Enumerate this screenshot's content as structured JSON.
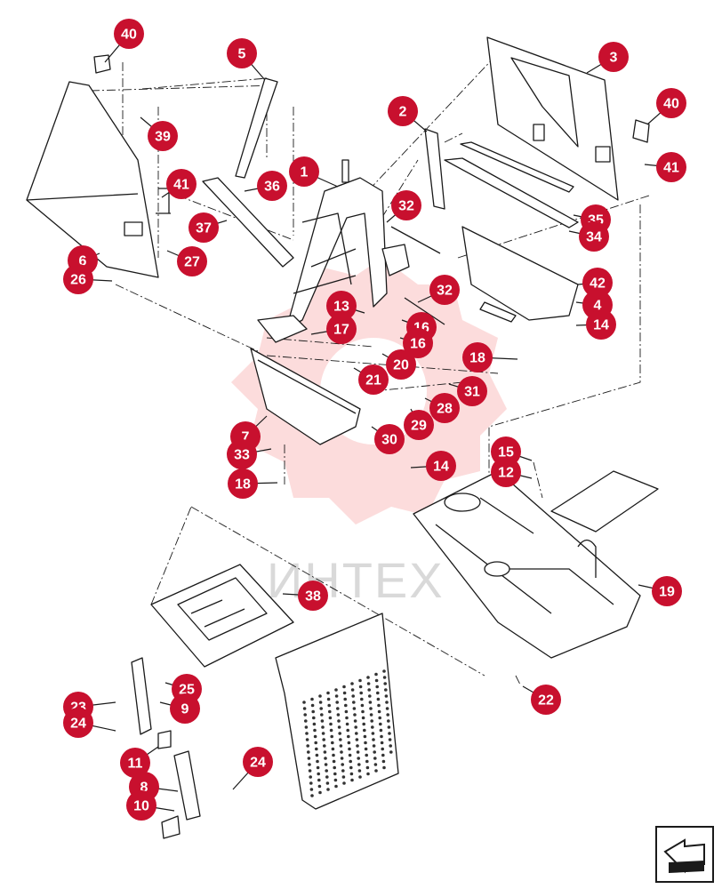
{
  "watermark": {
    "text": "ИНТЕХ",
    "color": "#ee3b3b"
  },
  "accent_color": "#c8102e",
  "callouts": [
    {
      "label": "40"
    },
    {
      "label": "5"
    },
    {
      "label": "39"
    },
    {
      "label": "41"
    },
    {
      "label": "36"
    },
    {
      "label": "1"
    },
    {
      "label": "37"
    },
    {
      "label": "6"
    },
    {
      "label": "27"
    },
    {
      "label": "26"
    },
    {
      "label": "2"
    },
    {
      "label": "3"
    },
    {
      "label": "40"
    },
    {
      "label": "41"
    },
    {
      "label": "32"
    },
    {
      "label": "35"
    },
    {
      "label": "34"
    },
    {
      "label": "42"
    },
    {
      "label": "4"
    },
    {
      "label": "14"
    },
    {
      "label": "32"
    },
    {
      "label": "13"
    },
    {
      "label": "17"
    },
    {
      "label": "16"
    },
    {
      "label": "16"
    },
    {
      "label": "20"
    },
    {
      "label": "18"
    },
    {
      "label": "21"
    },
    {
      "label": "31"
    },
    {
      "label": "28"
    },
    {
      "label": "29"
    },
    {
      "label": "30"
    },
    {
      "label": "7"
    },
    {
      "label": "33"
    },
    {
      "label": "14"
    },
    {
      "label": "18"
    },
    {
      "label": "15"
    },
    {
      "label": "12"
    },
    {
      "label": "38"
    },
    {
      "label": "19"
    },
    {
      "label": "25"
    },
    {
      "label": "23"
    },
    {
      "label": "9"
    },
    {
      "label": "24"
    },
    {
      "label": "22"
    },
    {
      "label": "11"
    },
    {
      "label": "24"
    },
    {
      "label": "8"
    },
    {
      "label": "10"
    }
  ],
  "nav_icon": "next-page-arrow-icon"
}
